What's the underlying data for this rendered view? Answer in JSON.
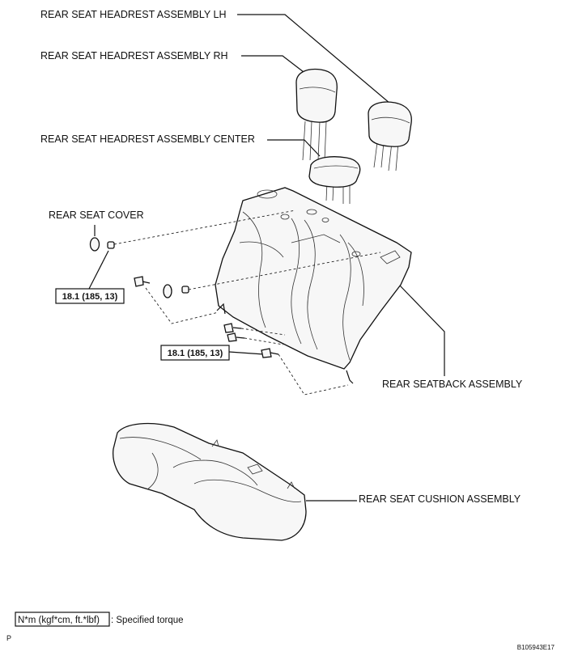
{
  "labels": {
    "headrest_lh": "REAR SEAT HEADREST ASSEMBLY LH",
    "headrest_rh": "REAR SEAT HEADREST ASSEMBLY RH",
    "headrest_center": "REAR SEAT HEADREST ASSEMBLY CENTER",
    "seat_cover": "REAR SEAT COVER",
    "seatback": "REAR SEATBACK ASSEMBLY",
    "cushion": "REAR SEAT CUSHION ASSEMBLY"
  },
  "torque": {
    "upper": "18.1 (185, 13)",
    "lower": "18.1 (185, 13)"
  },
  "legend": {
    "unit_box": "N*m (kgf*cm, ft.*lbf)",
    "description": ": Specified torque"
  },
  "footer": {
    "left_mark": "P",
    "figure_code": "B105943E17"
  }
}
